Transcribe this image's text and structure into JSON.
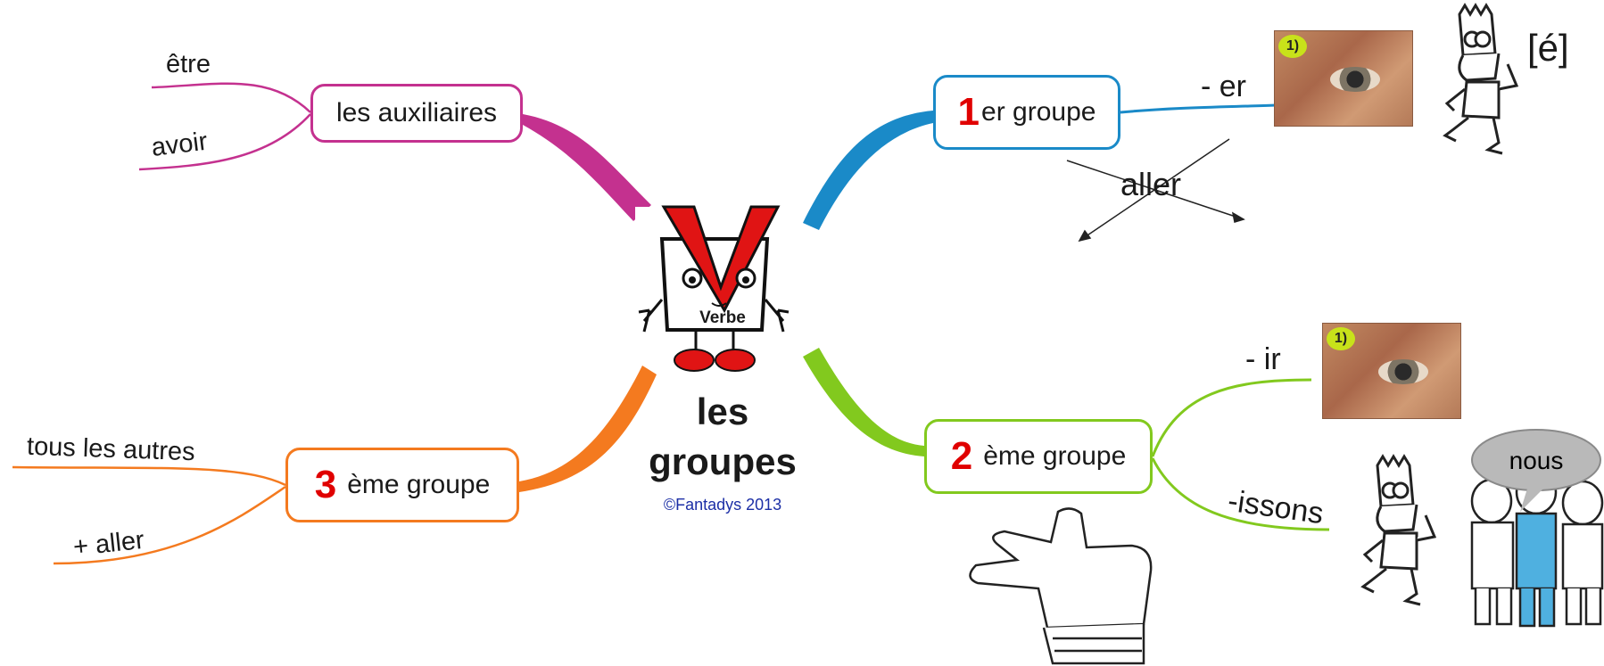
{
  "center": {
    "mascot_word": "Verbe",
    "title_line1": "les",
    "title_line2": "groupes",
    "copyright": "©Fantadys 2013"
  },
  "branches": {
    "auxiliaires": {
      "label": "les auxiliaires",
      "children": [
        "être",
        "avoir"
      ],
      "color": "#c4318f"
    },
    "groupe1": {
      "number": "1",
      "label": "er groupe",
      "ending": "- er",
      "exception": "aller",
      "sound": "[é]",
      "photo_badge": "1)",
      "color": "#1a8ac8"
    },
    "groupe2": {
      "number": "2",
      "label": "ème groupe",
      "ending": "- ir",
      "ending2": "-issons",
      "speech": "nous",
      "photo_badge": "1)",
      "color": "#82c91e"
    },
    "groupe3": {
      "number": "3",
      "label": "ème groupe",
      "children": [
        "tous les autres",
        "+ aller"
      ],
      "color": "#f47a1f"
    }
  },
  "icons": [
    "verb-mascot-icon",
    "eye-photo-icon",
    "cartoon-boy-icon",
    "thumbs-up-hand-icon",
    "group-of-children-icon",
    "speech-bubble-icon"
  ]
}
